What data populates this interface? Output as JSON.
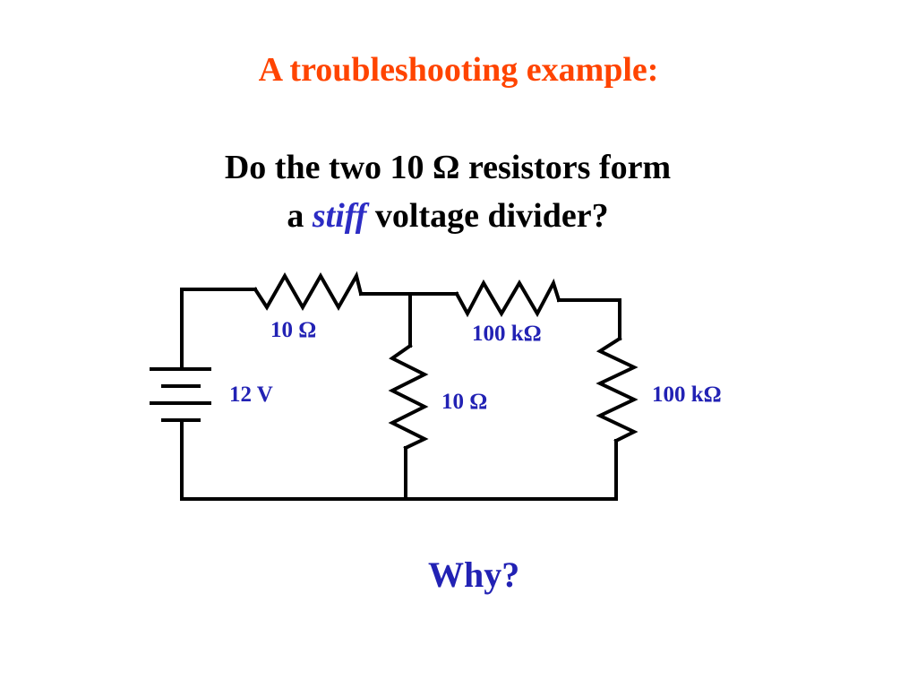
{
  "slide": {
    "title": "A troubleshooting example:",
    "question_line1": "Do the two 10 Ω resistors form",
    "question_line2_prefix": "a ",
    "question_line2_emphasis": "stiff",
    "question_line2_suffix": " voltage divider?",
    "footer": "Why?"
  },
  "circuit": {
    "source_label": "12 V",
    "r1_label": "10 Ω",
    "r2_label": "10 Ω",
    "r3_label": "100 kΩ",
    "r4_label": "100 kΩ"
  },
  "colors": {
    "title": "#ff4400",
    "labels": "#2222b4",
    "wire": "#000000"
  }
}
